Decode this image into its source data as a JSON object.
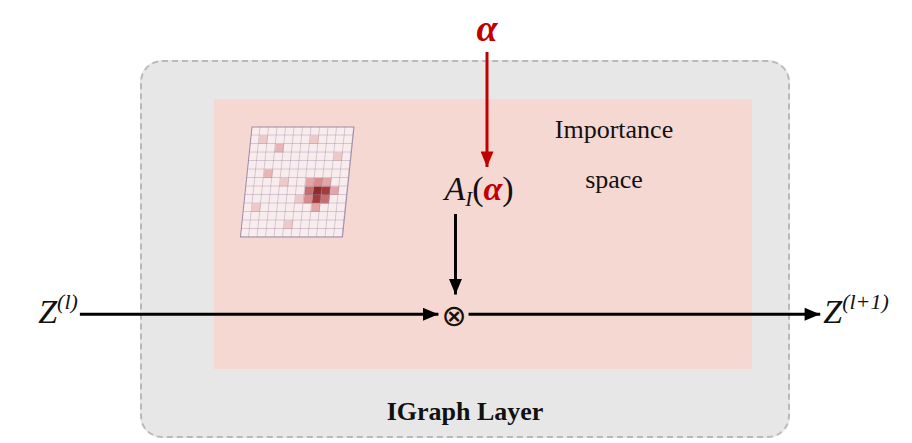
{
  "diagram": {
    "nodes": [
      {
        "text": [
          "α"
        ]
      },
      {
        "text": [
          "IGraph Layer"
        ]
      },
      {
        "text": [
          "Importance space"
        ],
        "in": 1
      },
      {
        "text": [
          "A",
          "I",
          "(",
          "α",
          ")"
        ],
        "in": 2
      },
      {
        "text": [
          "Z",
          "(l)"
        ]
      },
      {
        "text": [
          "⊗"
        ],
        "in": 2
      },
      {
        "text": [
          "Z",
          "(l+1)"
        ]
      }
    ],
    "edges": [
      {
        "from": 0,
        "to": 3,
        "arrow": "to"
      },
      {
        "from": 3,
        "to": 5,
        "arrow": "to"
      },
      {
        "from": 4,
        "to": 5,
        "arrow": "to"
      },
      {
        "from": 5,
        "to": 6,
        "arrow": "to"
      }
    ]
  }
}
